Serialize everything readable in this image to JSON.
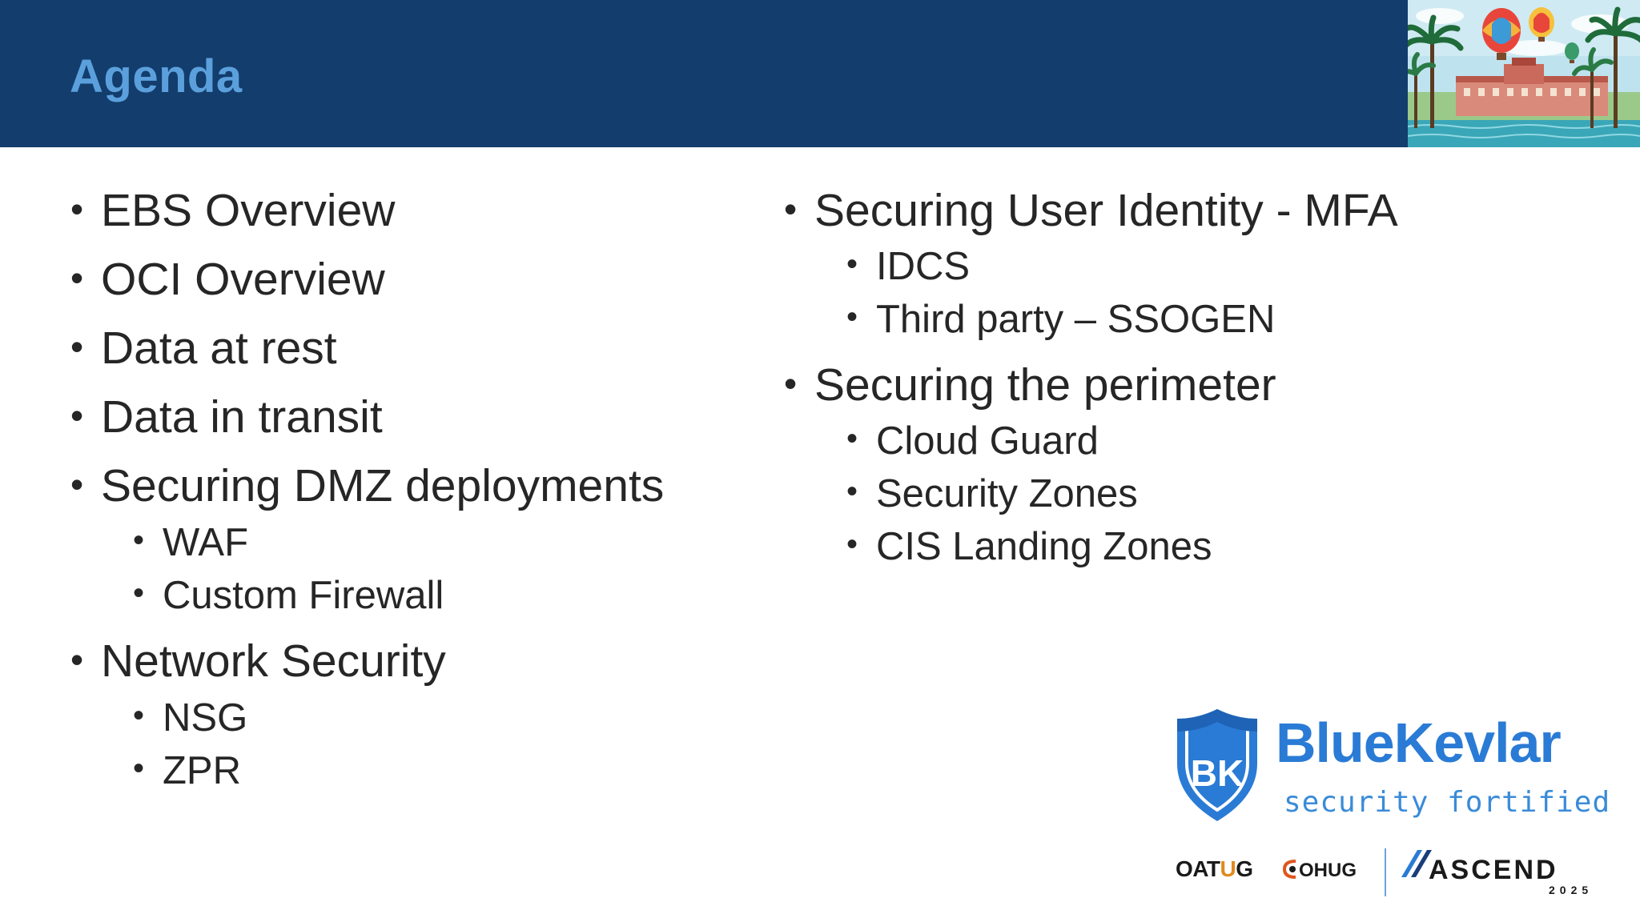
{
  "slide": {
    "title": "Agenda",
    "colors": {
      "header_background": "#123d6c",
      "title": "#5ba0dc",
      "body_text": "#262626",
      "brand_blue": "#2a7bd5"
    }
  },
  "agenda": {
    "left_column": [
      {
        "level": 1,
        "text": "EBS Overview"
      },
      {
        "level": 1,
        "text": "OCI Overview"
      },
      {
        "level": 1,
        "text": "Data at rest"
      },
      {
        "level": 1,
        "text": "Data in transit"
      },
      {
        "level": 1,
        "text": "Securing DMZ deployments"
      },
      {
        "level": 2,
        "text": "WAF"
      },
      {
        "level": 2,
        "text": "Custom Firewall"
      },
      {
        "level": 1,
        "text": "Network Security"
      },
      {
        "level": 2,
        "text": "NSG"
      },
      {
        "level": 2,
        "text": "ZPR"
      }
    ],
    "right_column": [
      {
        "level": 1,
        "text": "Securing User Identity - MFA"
      },
      {
        "level": 2,
        "text": "IDCS"
      },
      {
        "level": 2,
        "text": "Third party – SSOGEN"
      },
      {
        "level": 1,
        "text": "Securing the perimeter"
      },
      {
        "level": 2,
        "text": "Cloud Guard"
      },
      {
        "level": 2,
        "text": "Security Zones"
      },
      {
        "level": 2,
        "text": "CIS Landing Zones"
      }
    ],
    "bullet_glyph": "•"
  },
  "branding": {
    "bluekevlar_monogram": "BK",
    "bluekevlar_name": "BlueKevlar",
    "bluekevlar_tagline": "security fortified",
    "oatug_prefix": "OAT",
    "oatug_u": "U",
    "oatug_suffix": "G",
    "ohug": "OHUG",
    "ascend": "ASCEND",
    "ascend_year": "2025"
  }
}
